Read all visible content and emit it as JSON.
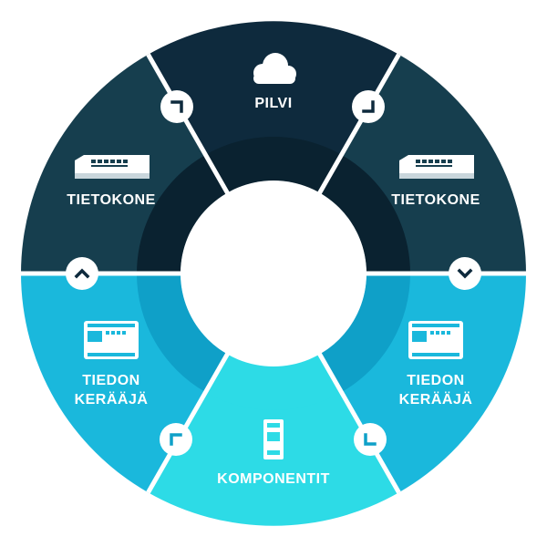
{
  "diagram": {
    "labels": {
      "pilvi": "PILVI",
      "tietokone_left": "TIETOKONE",
      "tietokone_right": "TIETOKONE",
      "tiedon_left_line1": "TIEDON",
      "tiedon_left_line2": "KERÄÄJÄ",
      "tiedon_right_line1": "TIEDON",
      "tiedon_right_line2": "KERÄÄJÄ",
      "komponentit": "KOMPONENTIT"
    },
    "colors": {
      "pilvi": "#0e2a3d",
      "tietokone": "#163e4e",
      "tiedon": "#1ab8dc",
      "komponentit": "#2ddbe6",
      "inner_dark": "#0a2230",
      "inner_light": "#0fa0c8",
      "divider": "#ffffff"
    },
    "icons": {
      "pilvi": "cloud-icon",
      "tietokone": "server-rack-icon",
      "tiedon": "data-logger-icon",
      "komponentit": "din-rail-module-icon",
      "connector": "chevron-icon"
    }
  }
}
